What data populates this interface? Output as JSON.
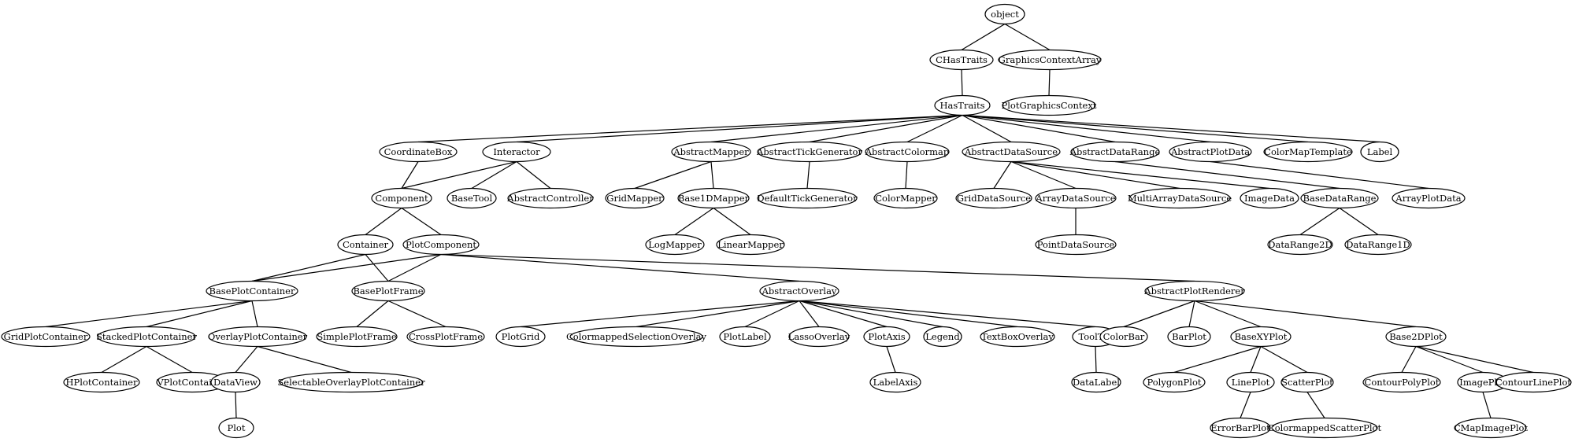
{
  "diagram": {
    "nodes": [
      {
        "id": "object",
        "label": "object"
      },
      {
        "id": "CHasTraits",
        "label": "CHasTraits"
      },
      {
        "id": "GraphicsContextArray",
        "label": "GraphicsContextArray"
      },
      {
        "id": "HasTraits",
        "label": "HasTraits"
      },
      {
        "id": "PlotGraphicsContext",
        "label": "PlotGraphicsContext"
      },
      {
        "id": "CoordinateBox",
        "label": "CoordinateBox"
      },
      {
        "id": "Interactor",
        "label": "Interactor"
      },
      {
        "id": "AbstractMapper",
        "label": "AbstractMapper"
      },
      {
        "id": "AbstractTickGenerator",
        "label": "AbstractTickGenerator"
      },
      {
        "id": "AbstractColormap",
        "label": "AbstractColormap"
      },
      {
        "id": "AbstractDataSource",
        "label": "AbstractDataSource"
      },
      {
        "id": "AbstractDataRange",
        "label": "AbstractDataRange"
      },
      {
        "id": "AbstractPlotData",
        "label": "AbstractPlotData"
      },
      {
        "id": "ColorMapTemplate",
        "label": "ColorMapTemplate"
      },
      {
        "id": "Label",
        "label": "Label"
      },
      {
        "id": "Component",
        "label": "Component"
      },
      {
        "id": "BaseTool",
        "label": "BaseTool"
      },
      {
        "id": "AbstractController",
        "label": "AbstractController"
      },
      {
        "id": "GridMapper",
        "label": "GridMapper"
      },
      {
        "id": "Base1DMapper",
        "label": "Base1DMapper"
      },
      {
        "id": "DefaultTickGenerator",
        "label": "DefaultTickGenerator"
      },
      {
        "id": "ColorMapper",
        "label": "ColorMapper"
      },
      {
        "id": "GridDataSource",
        "label": "GridDataSource"
      },
      {
        "id": "ArrayDataSource",
        "label": "ArrayDataSource"
      },
      {
        "id": "MultiArrayDataSource",
        "label": "MultiArrayDataSource"
      },
      {
        "id": "ImageData",
        "label": "ImageData"
      },
      {
        "id": "BaseDataRange",
        "label": "BaseDataRange"
      },
      {
        "id": "ArrayPlotData",
        "label": "ArrayPlotData"
      },
      {
        "id": "Container",
        "label": "Container"
      },
      {
        "id": "PlotComponent",
        "label": "PlotComponent"
      },
      {
        "id": "LogMapper",
        "label": "LogMapper"
      },
      {
        "id": "LinearMapper",
        "label": "LinearMapper"
      },
      {
        "id": "PointDataSource",
        "label": "PointDataSource"
      },
      {
        "id": "DataRange2D",
        "label": "DataRange2D"
      },
      {
        "id": "DataRange1D",
        "label": "DataRange1D"
      },
      {
        "id": "BasePlotContainer",
        "label": "BasePlotContainer"
      },
      {
        "id": "BasePlotFrame",
        "label": "BasePlotFrame"
      },
      {
        "id": "AbstractOverlay",
        "label": "AbstractOverlay"
      },
      {
        "id": "AbstractPlotRenderer",
        "label": "AbstractPlotRenderer"
      },
      {
        "id": "GridPlotContainer",
        "label": "GridPlotContainer"
      },
      {
        "id": "StackedPlotContainer",
        "label": "StackedPlotContainer"
      },
      {
        "id": "OverlayPlotContainer",
        "label": "OverlayPlotContainer"
      },
      {
        "id": "SimplePlotFrame",
        "label": "SimplePlotFrame"
      },
      {
        "id": "CrossPlotFrame",
        "label": "CrossPlotFrame"
      },
      {
        "id": "PlotGrid",
        "label": "PlotGrid"
      },
      {
        "id": "ColormappedSelectionOverlay",
        "label": "ColormappedSelectionOverlay"
      },
      {
        "id": "PlotLabel",
        "label": "PlotLabel"
      },
      {
        "id": "LassoOverlay",
        "label": "LassoOverlay"
      },
      {
        "id": "PlotAxis",
        "label": "PlotAxis"
      },
      {
        "id": "Legend",
        "label": "Legend"
      },
      {
        "id": "TextBoxOverlay",
        "label": "TextBoxOverlay"
      },
      {
        "id": "ToolTip",
        "label": "ToolTip"
      },
      {
        "id": "ColorBar",
        "label": "ColorBar"
      },
      {
        "id": "BarPlot",
        "label": "BarPlot"
      },
      {
        "id": "BaseXYPlot",
        "label": "BaseXYPlot"
      },
      {
        "id": "Base2DPlot",
        "label": "Base2DPlot"
      },
      {
        "id": "HPlotContainer",
        "label": "HPlotContainer"
      },
      {
        "id": "VPlotContainer",
        "label": "VPlotContainer"
      },
      {
        "id": "DataView",
        "label": "DataView"
      },
      {
        "id": "SelectableOverlayPlotContainer",
        "label": "SelectableOverlayPlotContainer"
      },
      {
        "id": "LabelAxis",
        "label": "LabelAxis"
      },
      {
        "id": "DataLabel",
        "label": "DataLabel"
      },
      {
        "id": "PolygonPlot",
        "label": "PolygonPlot"
      },
      {
        "id": "LinePlot",
        "label": "LinePlot"
      },
      {
        "id": "ScatterPlot",
        "label": "ScatterPlot"
      },
      {
        "id": "ContourPolyPlot",
        "label": "ContourPolyPlot"
      },
      {
        "id": "ImagePlot",
        "label": "ImagePlot"
      },
      {
        "id": "ContourLinePlot",
        "label": "ContourLinePlot"
      },
      {
        "id": "Plot",
        "label": "Plot"
      },
      {
        "id": "ErrorBarPlot",
        "label": "ErrorBarPlot"
      },
      {
        "id": "ColormappedScatterPlot",
        "label": "ColormappedScatterPlot"
      },
      {
        "id": "CMapImagePlot",
        "label": "CMapImagePlot"
      }
    ],
    "edges": [
      [
        "object",
        "CHasTraits"
      ],
      [
        "object",
        "GraphicsContextArray"
      ],
      [
        "CHasTraits",
        "HasTraits"
      ],
      [
        "GraphicsContextArray",
        "PlotGraphicsContext"
      ],
      [
        "HasTraits",
        "CoordinateBox"
      ],
      [
        "HasTraits",
        "Interactor"
      ],
      [
        "HasTraits",
        "AbstractMapper"
      ],
      [
        "HasTraits",
        "AbstractTickGenerator"
      ],
      [
        "HasTraits",
        "AbstractColormap"
      ],
      [
        "HasTraits",
        "AbstractDataSource"
      ],
      [
        "HasTraits",
        "AbstractDataRange"
      ],
      [
        "HasTraits",
        "AbstractPlotData"
      ],
      [
        "HasTraits",
        "ColorMapTemplate"
      ],
      [
        "HasTraits",
        "Label"
      ],
      [
        "CoordinateBox",
        "Component"
      ],
      [
        "Interactor",
        "Component"
      ],
      [
        "Interactor",
        "BaseTool"
      ],
      [
        "Interactor",
        "AbstractController"
      ],
      [
        "AbstractMapper",
        "GridMapper"
      ],
      [
        "AbstractMapper",
        "Base1DMapper"
      ],
      [
        "AbstractTickGenerator",
        "DefaultTickGenerator"
      ],
      [
        "AbstractColormap",
        "ColorMapper"
      ],
      [
        "AbstractDataSource",
        "GridDataSource"
      ],
      [
        "AbstractDataSource",
        "ArrayDataSource"
      ],
      [
        "AbstractDataSource",
        "MultiArrayDataSource"
      ],
      [
        "AbstractDataSource",
        "ImageData"
      ],
      [
        "AbstractDataRange",
        "BaseDataRange"
      ],
      [
        "AbstractPlotData",
        "ArrayPlotData"
      ],
      [
        "Component",
        "Container"
      ],
      [
        "Component",
        "PlotComponent"
      ],
      [
        "Base1DMapper",
        "LogMapper"
      ],
      [
        "Base1DMapper",
        "LinearMapper"
      ],
      [
        "ArrayDataSource",
        "PointDataSource"
      ],
      [
        "BaseDataRange",
        "DataRange2D"
      ],
      [
        "BaseDataRange",
        "DataRange1D"
      ],
      [
        "Container",
        "BasePlotContainer"
      ],
      [
        "Container",
        "BasePlotFrame"
      ],
      [
        "PlotComponent",
        "BasePlotContainer"
      ],
      [
        "PlotComponent",
        "BasePlotFrame"
      ],
      [
        "PlotComponent",
        "AbstractOverlay"
      ],
      [
        "PlotComponent",
        "AbstractPlotRenderer"
      ],
      [
        "BasePlotContainer",
        "GridPlotContainer"
      ],
      [
        "BasePlotContainer",
        "StackedPlotContainer"
      ],
      [
        "BasePlotContainer",
        "OverlayPlotContainer"
      ],
      [
        "BasePlotFrame",
        "SimplePlotFrame"
      ],
      [
        "BasePlotFrame",
        "CrossPlotFrame"
      ],
      [
        "AbstractOverlay",
        "PlotGrid"
      ],
      [
        "AbstractOverlay",
        "ColormappedSelectionOverlay"
      ],
      [
        "AbstractOverlay",
        "PlotLabel"
      ],
      [
        "AbstractOverlay",
        "LassoOverlay"
      ],
      [
        "AbstractOverlay",
        "PlotAxis"
      ],
      [
        "AbstractOverlay",
        "Legend"
      ],
      [
        "AbstractOverlay",
        "TextBoxOverlay"
      ],
      [
        "AbstractOverlay",
        "ToolTip"
      ],
      [
        "AbstractPlotRenderer",
        "ColorBar"
      ],
      [
        "AbstractPlotRenderer",
        "BarPlot"
      ],
      [
        "AbstractPlotRenderer",
        "BaseXYPlot"
      ],
      [
        "AbstractPlotRenderer",
        "Base2DPlot"
      ],
      [
        "StackedPlotContainer",
        "HPlotContainer"
      ],
      [
        "StackedPlotContainer",
        "VPlotContainer"
      ],
      [
        "OverlayPlotContainer",
        "DataView"
      ],
      [
        "OverlayPlotContainer",
        "SelectableOverlayPlotContainer"
      ],
      [
        "PlotAxis",
        "LabelAxis"
      ],
      [
        "ToolTip",
        "DataLabel"
      ],
      [
        "BaseXYPlot",
        "PolygonPlot"
      ],
      [
        "BaseXYPlot",
        "LinePlot"
      ],
      [
        "BaseXYPlot",
        "ScatterPlot"
      ],
      [
        "Base2DPlot",
        "ContourPolyPlot"
      ],
      [
        "Base2DPlot",
        "ImagePlot"
      ],
      [
        "Base2DPlot",
        "ContourLinePlot"
      ],
      [
        "DataView",
        "Plot"
      ],
      [
        "LinePlot",
        "ErrorBarPlot"
      ],
      [
        "ScatterPlot",
        "ColormappedScatterPlot"
      ],
      [
        "ImagePlot",
        "CMapImagePlot"
      ]
    ]
  }
}
